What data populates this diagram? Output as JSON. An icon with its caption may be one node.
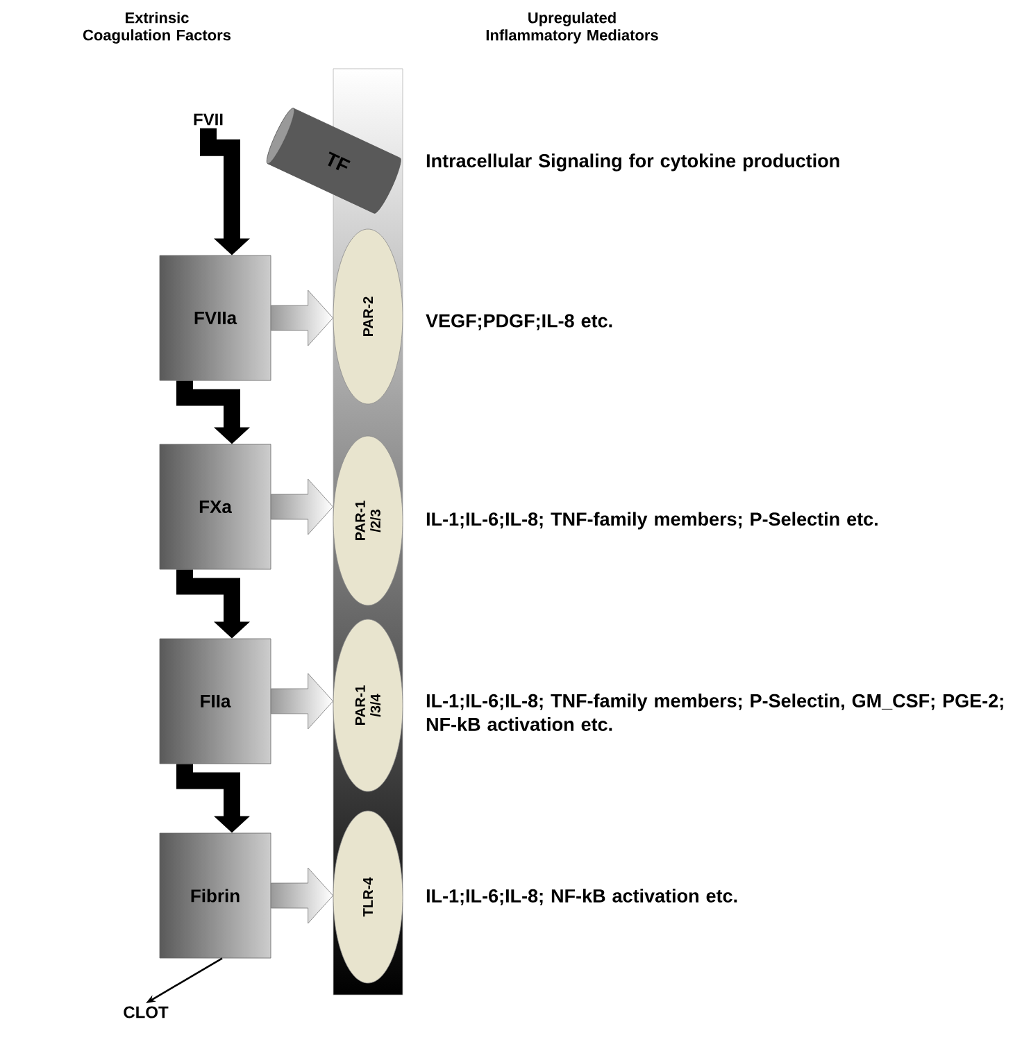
{
  "diagram": {
    "nodes": [
      {
        "text": [
          "FVII"
        ]
      },
      {
        "text": [
          "TF"
        ]
      },
      {
        "text": [
          "FVIIa"
        ]
      },
      {
        "text": [
          "FXa"
        ]
      },
      {
        "text": [
          "FIIa"
        ]
      },
      {
        "text": [
          "Fibrin"
        ]
      },
      {
        "text": [
          "CLOT"
        ]
      },
      {
        "text": [],
        "shape": "bar"
      },
      {
        "text": [
          "PAR-2"
        ],
        "in": 7
      },
      {
        "text": [
          "PAR-1 /2/3"
        ],
        "in": 7
      },
      {
        "text": [
          "PAR-1 /3/4"
        ],
        "in": 7
      },
      {
        "text": [
          "TLR-4"
        ],
        "in": 7
      }
    ],
    "edges": [
      {
        "from": 0,
        "to": 2,
        "arrow": "to",
        "style": "thick"
      },
      {
        "from": 2,
        "to": 3,
        "arrow": "to",
        "style": "thick"
      },
      {
        "from": 3,
        "to": 4,
        "arrow": "to",
        "style": "thick"
      },
      {
        "from": 4,
        "to": 5,
        "arrow": "to",
        "style": "thick"
      },
      {
        "from": 5,
        "to": 6,
        "arrow": "to"
      },
      {
        "from": 2,
        "to": 8,
        "arrow": "to",
        "style": "thick"
      },
      {
        "from": 3,
        "to": 9,
        "arrow": "to",
        "style": "thick"
      },
      {
        "from": 4,
        "to": 10,
        "arrow": "to",
        "style": "thick"
      },
      {
        "from": 5,
        "to": 11,
        "arrow": "to",
        "style": "thick"
      }
    ],
    "labels": [
      "Extrinsic Coagulation Factors",
      "Upregulated Inflammatory Mediators",
      "Intracellular Signaling for cytokine production",
      "VEGF;PDGF;IL-8 etc.",
      "IL-1;IL-6;IL-8; TNF-family members; P-Selectin etc.",
      "IL-1;IL-6;IL-8; TNF-family members; P-Selectin, GM_CSF; PGE-2; NF-kB activation etc.",
      "IL-1;IL-6;IL-8; NF-kB activation etc."
    ]
  }
}
